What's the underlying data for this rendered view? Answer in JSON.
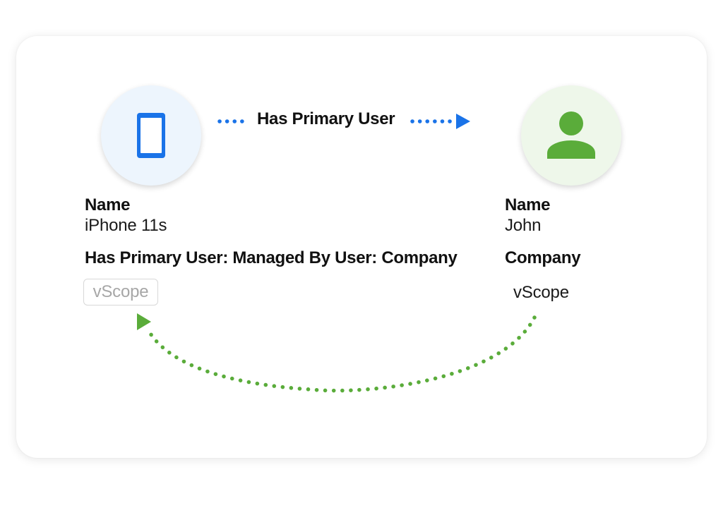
{
  "edge": {
    "label": "Has Primary User",
    "color": "#1a73e8"
  },
  "device": {
    "icon": "smartphone-icon",
    "name_label": "Name",
    "name_value": "iPhone 11s",
    "relation_label": "Has Primary User: Managed By User: Company",
    "relation_value": "vScope",
    "color": "#1a73e8"
  },
  "user": {
    "icon": "person-icon",
    "name_label": "Name",
    "name_value": "John",
    "company_label": "Company",
    "company_value": "vScope",
    "color": "#5aac3a"
  }
}
